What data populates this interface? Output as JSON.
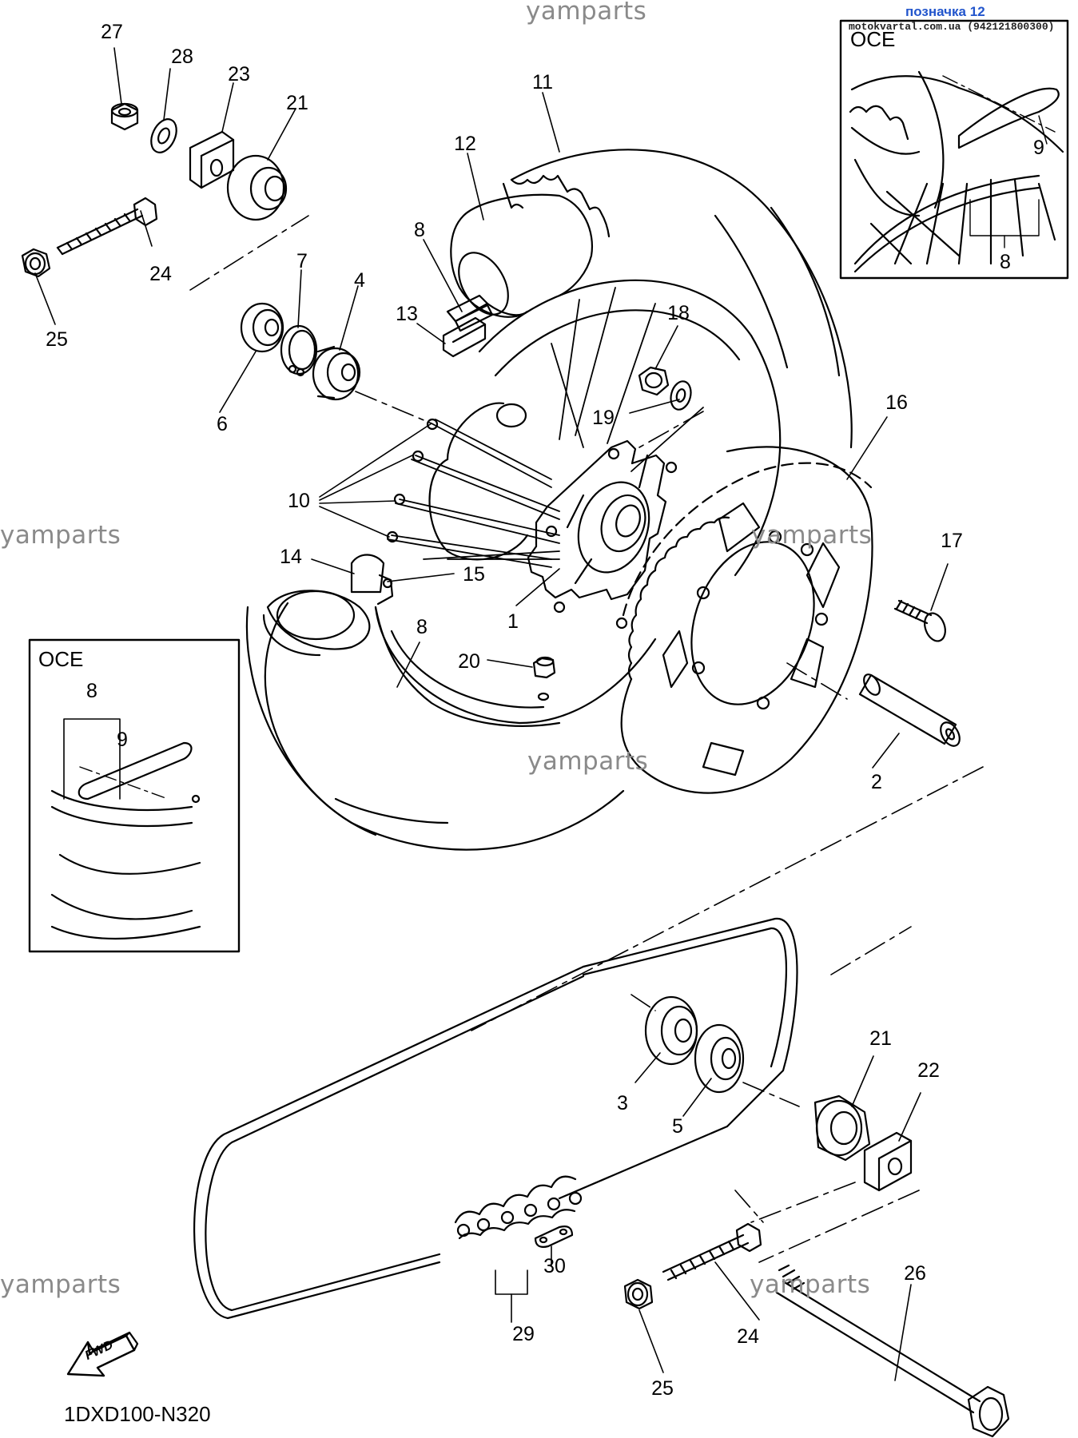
{
  "header": {
    "watermark_top": "yamparts",
    "reference_link": "позначка 12",
    "reference_site": "motokvartal.com.ua (942121800300)"
  },
  "watermarks": [
    "yamparts",
    "yamparts",
    "yamparts",
    "yamparts",
    "yamparts"
  ],
  "insets": {
    "top_right": {
      "title": "OCE",
      "labels": [
        "9",
        "8"
      ]
    },
    "left": {
      "title": "OCE",
      "labels": [
        "8",
        "9"
      ]
    }
  },
  "callouts": [
    "27",
    "28",
    "23",
    "21",
    "24",
    "25",
    "7",
    "4",
    "6",
    "11",
    "12",
    "8",
    "13",
    "18",
    "19",
    "10",
    "16",
    "14",
    "15",
    "1",
    "8",
    "20",
    "17",
    "2",
    "3",
    "5",
    "21",
    "22",
    "30",
    "29",
    "24",
    "25",
    "26"
  ],
  "fwd_label": "FWD",
  "diagram_code": "1DXD100-N320"
}
